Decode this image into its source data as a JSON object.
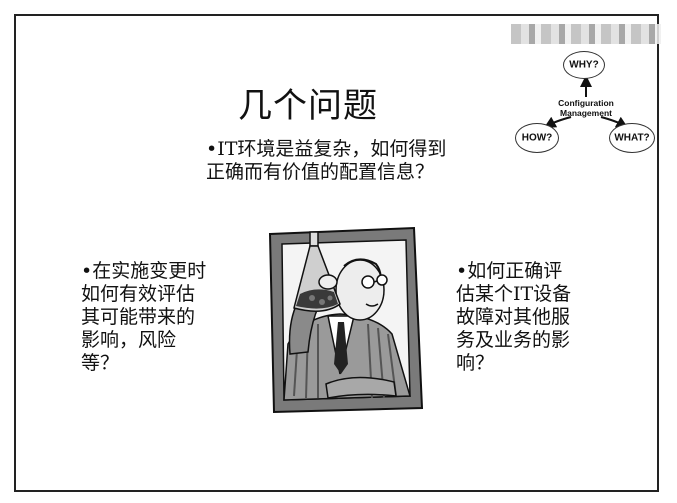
{
  "header_strip": "",
  "title": "几个问题",
  "top_text": "•IT环境是益复杂，如何得到\n正确而有价值的配置信息？",
  "left_text": "•在实施变更时\n如何有效评估\n其可能带来的\n影响，风险\n等？",
  "right_text": "•如何正确评\n估某个IT设备\n故障对其他服\n务及业务的影\n响？",
  "diagram": {
    "why": "WHY?",
    "config": "Configuration\nManagement",
    "how": "HOW?",
    "what": "WHAT?"
  },
  "clipart_icon": "scientist-with-flask-icon"
}
